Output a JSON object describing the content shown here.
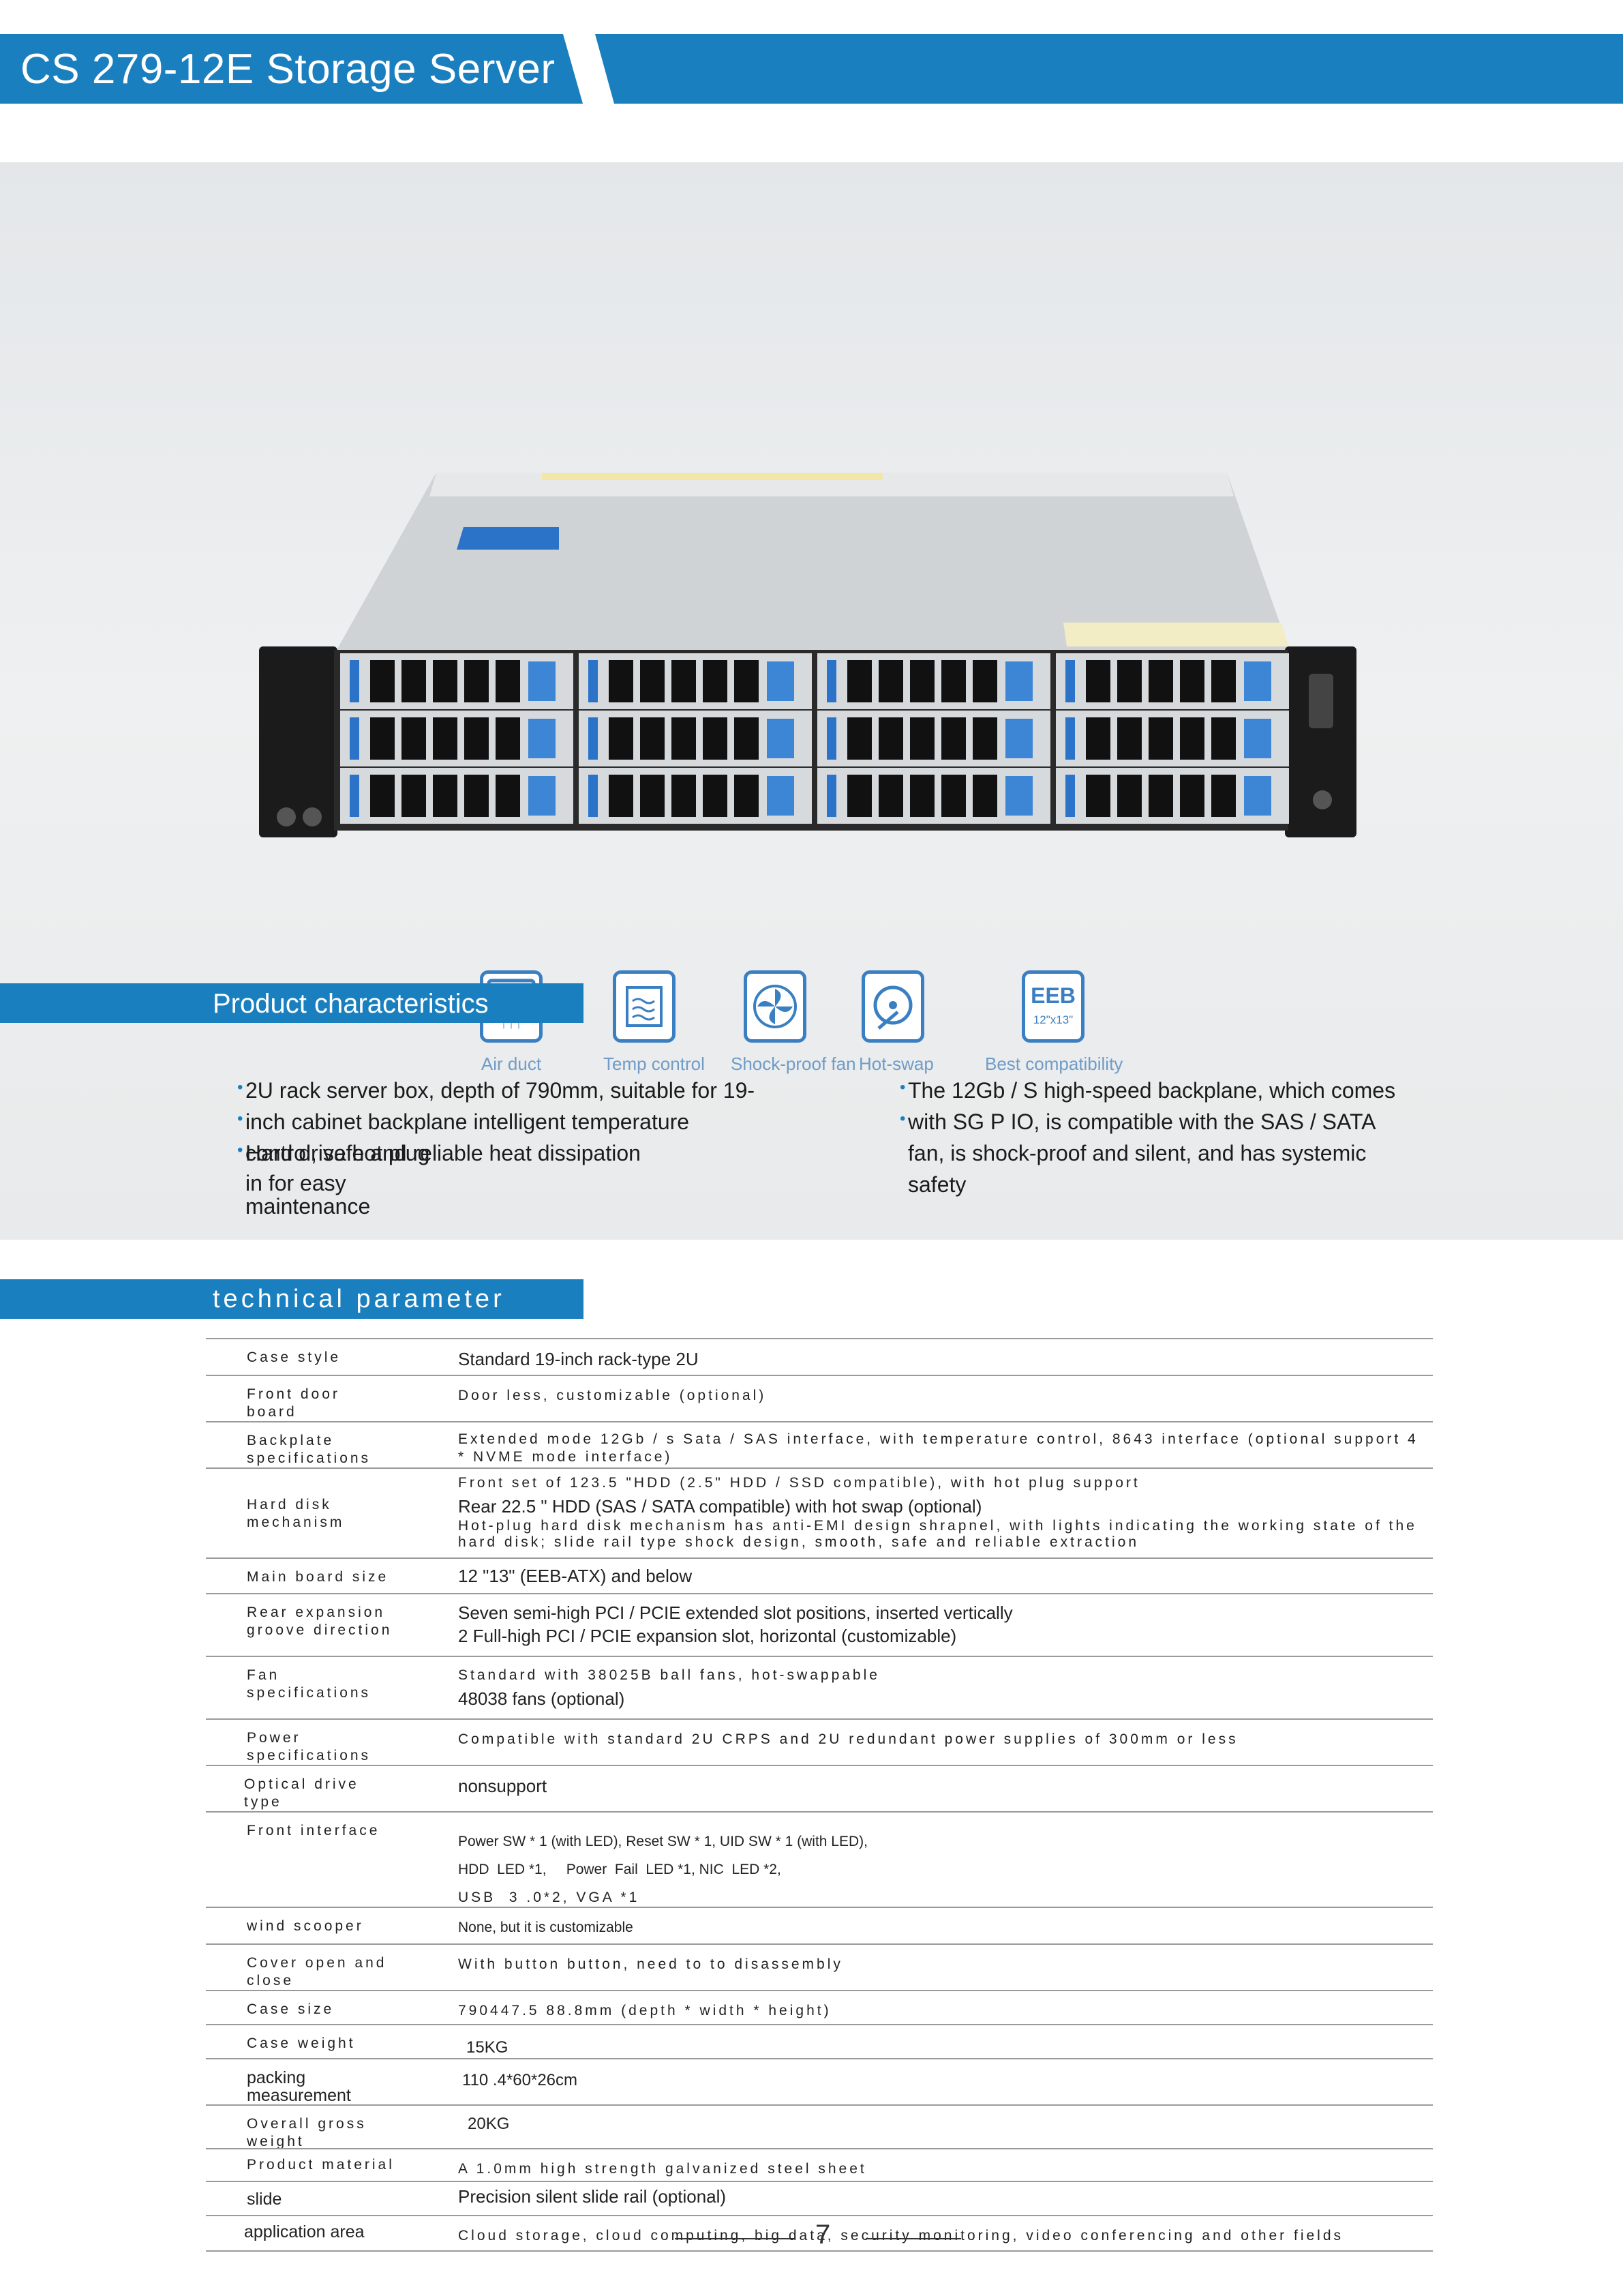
{
  "header": {
    "title": "CS 279-12E Storage Server"
  },
  "features": [
    {
      "label": "Air duct",
      "icon": "air-duct-icon"
    },
    {
      "label": "Temp control",
      "icon": "chip-temp-icon"
    },
    {
      "label": "Shock-proof fan",
      "icon": "fan-icon"
    },
    {
      "label": "Hot-swap",
      "icon": "hard-disk-icon"
    },
    {
      "label": "Best compatibility",
      "icon": "eeb-board-icon",
      "box_text": "EEB",
      "box_sub": "12\"x13\""
    }
  ],
  "product": {
    "heading": "Product characteristics",
    "left": [
      "2U rack server box, depth of 790mm, suitable for 19-",
      "inch cabinet backplane intelligent temperature",
      "control, safe and reliable heat dissipation",
      "Hard drive hot plug",
      "in for easy",
      "maintenance"
    ],
    "right": [
      "The 12Gb / S high-speed backplane, which comes",
      "with SG P IO, is compatible with the SAS / SATA",
      "fan, is shock-proof and silent, and has systemic",
      "safety"
    ]
  },
  "tech": {
    "heading": "technical parameter",
    "rows": [
      {
        "k": "Case style",
        "v": [
          "Standard 19-inch rack-type 2U"
        ]
      },
      {
        "k": "Front door board",
        "v": [
          "Door less, customizable (optional)"
        ]
      },
      {
        "k": "Backplate specifications",
        "v": [
          "Extended mode 12Gb / s Sata / SAS interface, with temperature control, 8643 interface (optional support 4 * NVME mode interface)"
        ]
      },
      {
        "k": "Hard disk mechanism",
        "v": [
          "Front set of 123.5 \"HDD (2.5\" HDD / SSD compatible), with hot plug support",
          "Rear 22.5 \" HDD (SAS / SATA compatible) with hot swap (optional)",
          "Hot-plug hard disk mechanism has anti-EMI design shrapnel, with lights indicating the working state of the hard disk; slide rail type shock design, smooth, safe and reliable extraction"
        ]
      },
      {
        "k": "Main board size",
        "v": [
          "12 \"13\" (EEB-ATX) and below"
        ]
      },
      {
        "k": "Rear expansion groove direction",
        "v": [
          "Seven semi-high PCI / PCIE extended slot positions, inserted vertically",
          "2 Full-high PCI / PCIE expansion slot, horizontal (customizable)"
        ]
      },
      {
        "k": "Fan specifications",
        "v": [
          "Standard with 38025B ball fans, hot-swappable",
          "48038 fans (optional)"
        ]
      },
      {
        "k": "Power specifications",
        "v": [
          "Compatible with standard 2U CRPS and 2U redundant power supplies of 300mm or less"
        ]
      },
      {
        "k": "Optical drive type",
        "v": [
          "nonsupport"
        ]
      },
      {
        "k": "Front interface",
        "v": [
          "Power SW * 1 (with LED), Reset SW * 1, UID SW * 1 (with LED),",
          "HDD  LED *1,     Power  Fail  LED *1, NIC  LED *2,",
          "USB  3 .0*2, VGA *1"
        ]
      },
      {
        "k": "wind scooper",
        "v": [
          "None, but it is customizable"
        ]
      },
      {
        "k": "Cover open and close",
        "v": [
          "With button button, need to to disassembly"
        ]
      },
      {
        "k": "Case size",
        "v": [
          "790447.5 88.8mm (depth * width * height)"
        ]
      },
      {
        "k": "Case weight",
        "v": [
          "15KG"
        ]
      },
      {
        "k": "packing measurement",
        "v": [
          "110 .4*60*26cm"
        ]
      },
      {
        "k": "Overall gross weight",
        "v": [
          "20KG"
        ]
      },
      {
        "k": "Product material",
        "v": [
          "A 1.0mm high strength galvanized steel sheet"
        ]
      },
      {
        "k": "slide",
        "v": [
          "Precision silent slide rail (optional)"
        ]
      },
      {
        "k": "application area",
        "v": [
          "Cloud storage, cloud computing, big data, security monitoring, video conferencing and other fields"
        ]
      }
    ]
  },
  "page_number": "7",
  "colors": {
    "brand_blue": "#1a7fbf",
    "icon_blue": "#3a7fc1"
  }
}
